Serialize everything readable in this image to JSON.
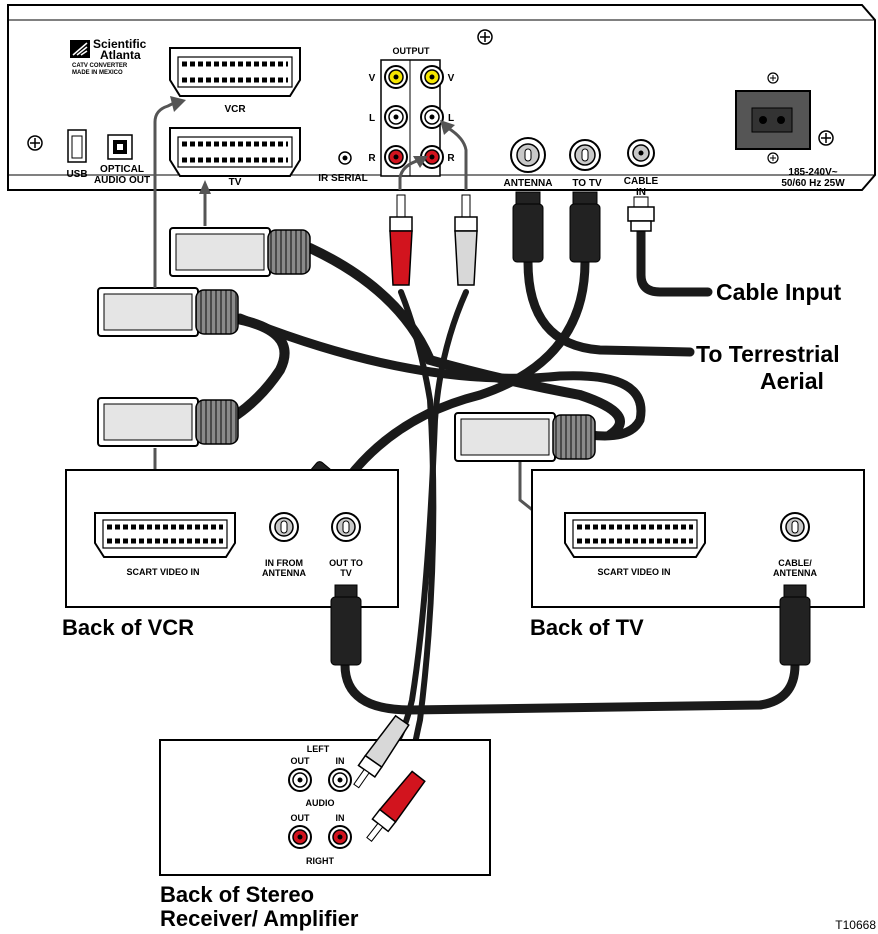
{
  "converter": {
    "brand": "Scientific Atlanta",
    "brand_line1": "Scientific",
    "brand_line2": "Atlanta",
    "model_line1": "CATV CONVERTER",
    "model_line2": "MADE IN MEXICO",
    "vcr_port": "VCR",
    "tv_port": "TV",
    "output_label": "OUTPUT",
    "output_v_left": "V",
    "output_v_right": "V",
    "output_l_left": "L",
    "output_l_right": "L",
    "output_r_left": "R",
    "output_r_right": "R",
    "usb": "USB",
    "optical_line1": "OPTICAL",
    "optical_line2": "AUDIO OUT",
    "ir_serial": "IR SERIAL",
    "antenna": "ANTENNA",
    "to_tv": "TO TV",
    "cable_in_line1": "CABLE",
    "cable_in_line2": "IN",
    "power_line1": "185-240V~",
    "power_line2": "50/60 Hz 25W"
  },
  "callouts": {
    "cable_input": "Cable Input",
    "terrestrial_line1": "To Terrestrial",
    "terrestrial_line2": "Aerial"
  },
  "vcr": {
    "scart": "SCART VIDEO IN",
    "in_from_line1": "IN FROM",
    "in_from_line2": "ANTENNA",
    "out_to_line1": "OUT TO",
    "out_to_line2": "TV",
    "title": "Back of VCR"
  },
  "tv": {
    "scart": "SCART VIDEO IN",
    "cable_line1": "CABLE/",
    "cable_line2": "ANTENNA",
    "title": "Back of TV"
  },
  "stereo": {
    "left": "LEFT",
    "out_top": "OUT",
    "in_top": "IN",
    "audio": "AUDIO",
    "out_bottom": "OUT",
    "in_bottom": "IN",
    "right": "RIGHT",
    "title_line1": "Back of Stereo",
    "title_line2": "Receiver/ Amplifier"
  },
  "figure_id": "T10668",
  "colors": {
    "red": "#d2141e",
    "yellow": "#f5e600",
    "cable": "#1a1a1a",
    "plug_gray": "#9a9a9a",
    "panel_line": "#000000"
  }
}
